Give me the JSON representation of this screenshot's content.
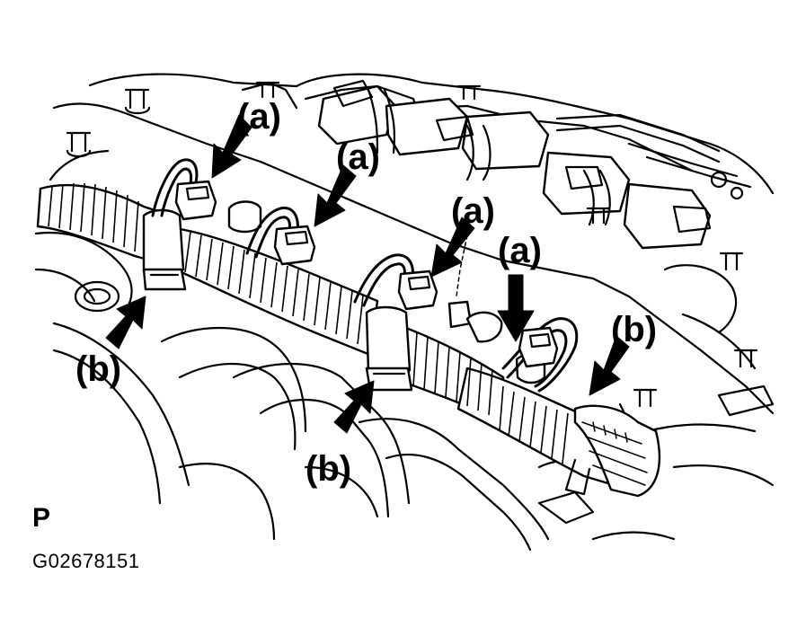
{
  "diagram": {
    "callouts": {
      "a1": "(a)",
      "a2": "(a)",
      "a3": "(a)",
      "a4": "(a)",
      "b1": "(b)",
      "b2": "(b)",
      "b3": "(b)"
    },
    "corner_letter": "P",
    "figure_id": "G02678151",
    "ink_color": "#000000",
    "paper_color": "#ffffff"
  }
}
